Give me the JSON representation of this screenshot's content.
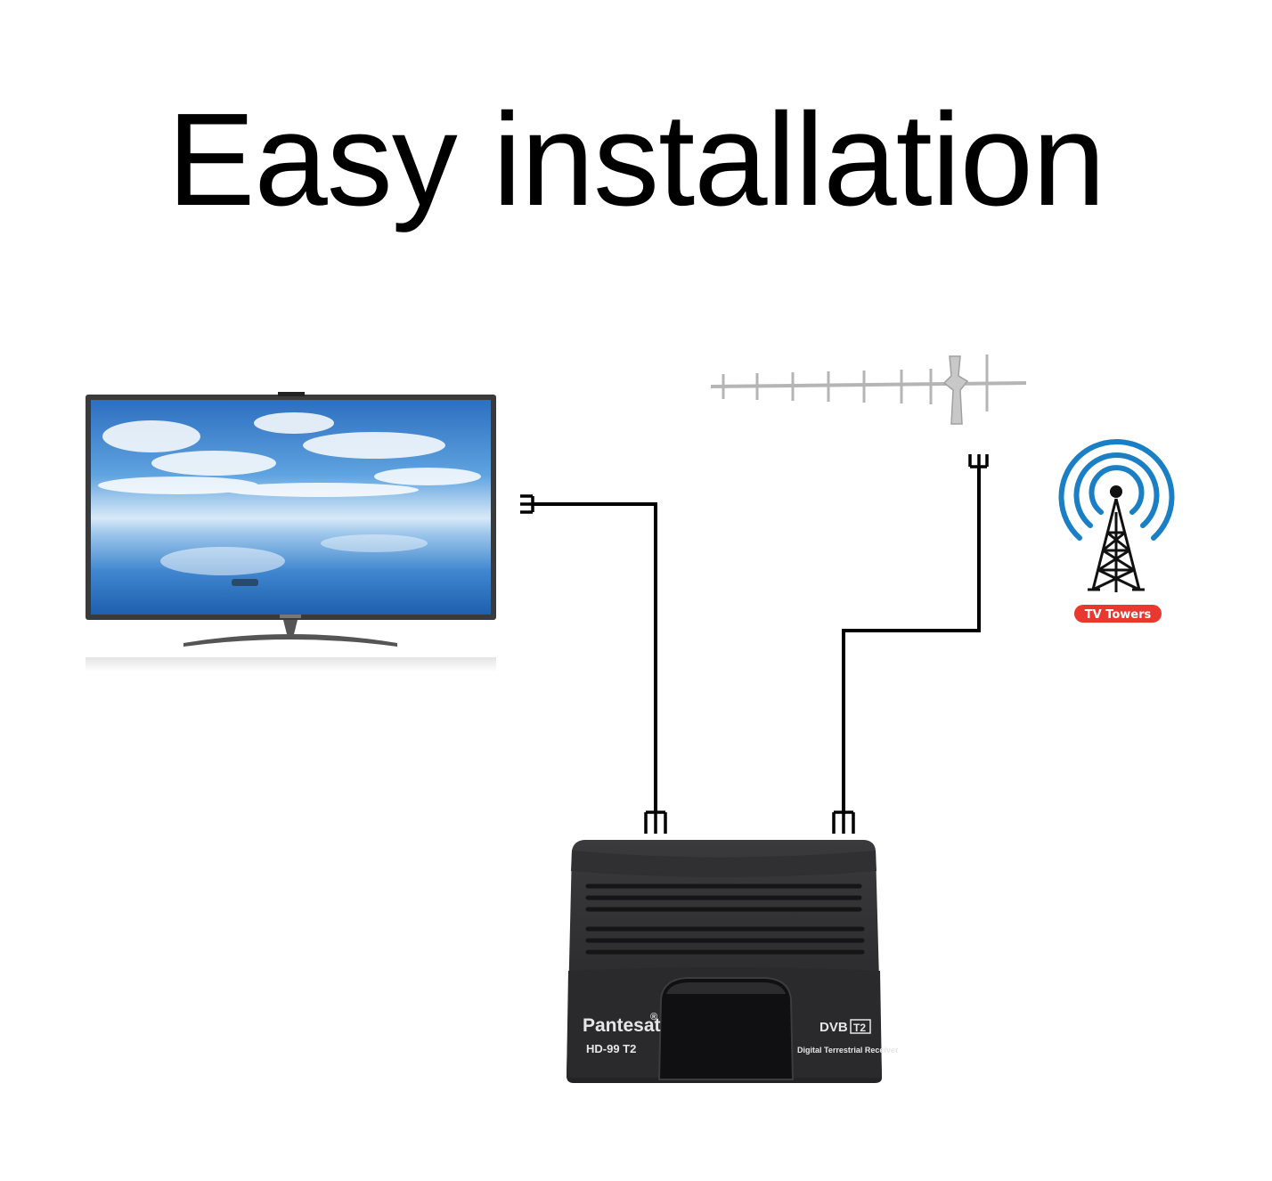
{
  "title": "Easy installation",
  "tower": {
    "label": "TV Towers"
  },
  "receiver": {
    "brand": "Pantesat",
    "registered_mark": "®",
    "model": "HD-99 T2",
    "standard_logo_left": "DVB",
    "standard_logo_right": "T2",
    "description": "Digital Terrestrial Receiver"
  },
  "colors": {
    "cable": "#000000",
    "tower_waves": "#1a7fc4",
    "badge": "#e8382f",
    "receiver_body": "#2b2b2d"
  }
}
